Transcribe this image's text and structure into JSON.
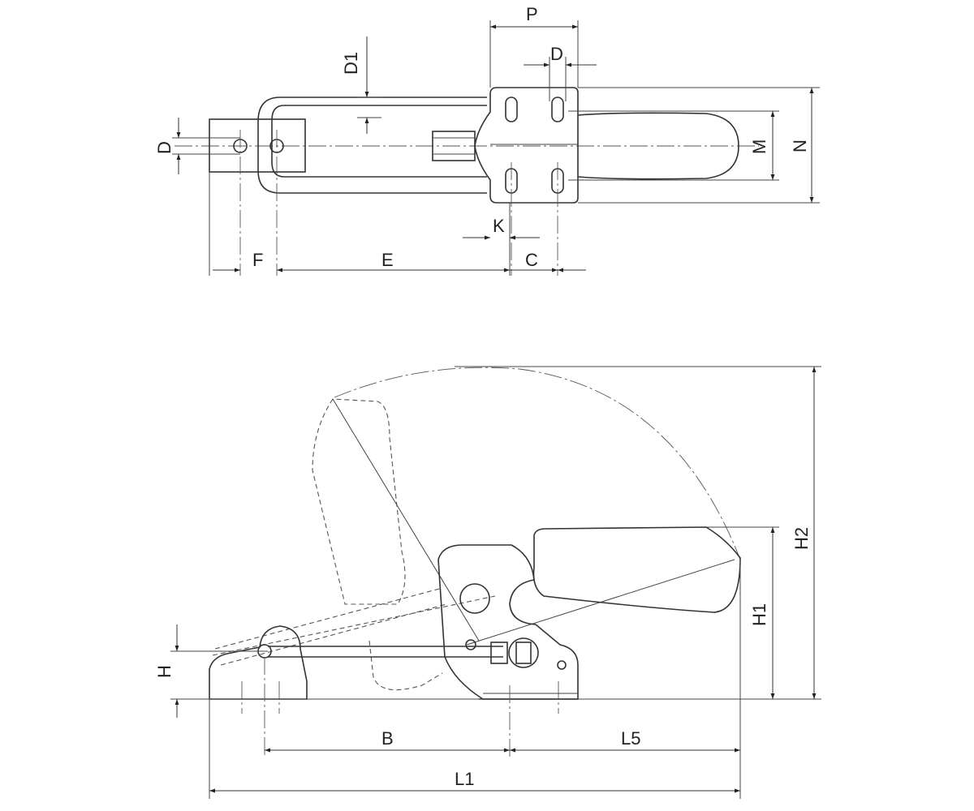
{
  "top_view": {
    "labels": {
      "P": "P",
      "D_top": "D",
      "D1": "D1",
      "D_left": "D",
      "M": "M",
      "N": "N",
      "K": "K",
      "F": "F",
      "E": "E",
      "C": "C"
    }
  },
  "side_view": {
    "labels": {
      "H": "H",
      "H1": "H1",
      "H2": "H2",
      "B": "B",
      "L5": "L5",
      "L1": "L1"
    }
  }
}
